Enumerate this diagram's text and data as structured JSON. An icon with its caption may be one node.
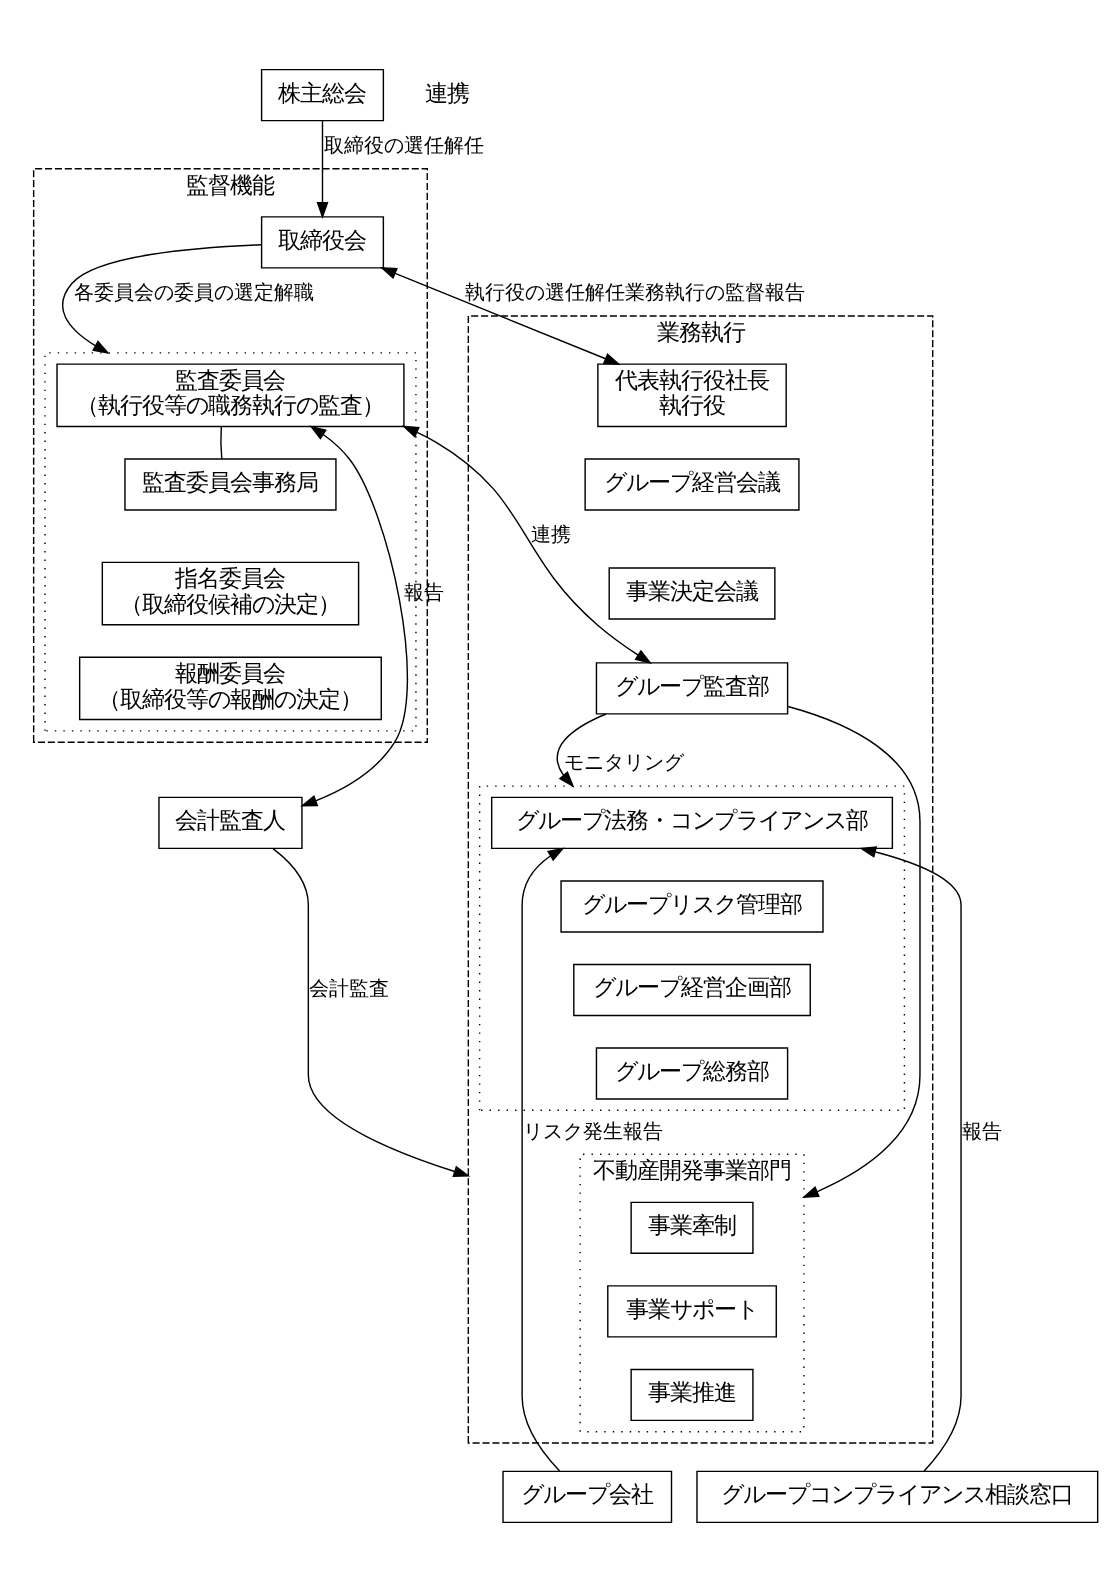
{
  "diagram": {
    "nodes": [
      {
        "text": [
          "株主総会"
        ]
      },
      {
        "text": [
          "監督機能"
        ]
      },
      {
        "text": [
          "取締役会"
        ],
        "in": 1
      },
      {
        "text": [],
        "shape": "box",
        "in": 1
      },
      {
        "text": [
          "監査委員会",
          "（執行役等の職務執行の監査）"
        ],
        "in": 3
      },
      {
        "text": [
          "監査委員会事務局"
        ],
        "in": 3
      },
      {
        "text": [
          "指名委員会",
          "（取締役候補の決定）"
        ],
        "in": 3
      },
      {
        "text": [
          "報酬委員会",
          "（取締役等の報酬の決定）"
        ],
        "in": 3
      },
      {
        "text": [
          "業務執行"
        ]
      },
      {
        "text": [
          "代表執行役社長",
          "執行役"
        ],
        "in": 8
      },
      {
        "text": [
          "グループ経営会議"
        ],
        "in": 8
      },
      {
        "text": [
          "事業決定会議"
        ],
        "in": 8
      },
      {
        "text": [
          "グループ監査部"
        ],
        "in": 8
      },
      {
        "text": [],
        "shape": "box",
        "in": 8
      },
      {
        "text": [
          "グループ法務・コンプライアンス部"
        ],
        "in": 13
      },
      {
        "text": [
          "グループリスク管理部"
        ],
        "in": 13
      },
      {
        "text": [
          "グループ経営企画部"
        ],
        "in": 13
      },
      {
        "text": [
          "グループ総務部"
        ],
        "in": 13
      },
      {
        "text": [
          "不動産開発事業部門"
        ],
        "in": 8
      },
      {
        "text": [
          "事業牽制"
        ],
        "in": 18
      },
      {
        "text": [
          "事業サポート"
        ],
        "in": 18
      },
      {
        "text": [
          "事業推進"
        ],
        "in": 18
      },
      {
        "text": [
          "会計監査人"
        ]
      },
      {
        "text": [
          "グループ会社"
        ]
      },
      {
        "text": [
          "グループコンプライアンス相談窓口"
        ]
      }
    ],
    "edges": [
      {
        "from": 0,
        "to": 2,
        "arrow": "to",
        "label": "取締役の選任解任"
      },
      {
        "from": 2,
        "to": 9,
        "arrow": "both",
        "label": "執行役の選任解任業務執行の監督報告"
      },
      {
        "from": 2,
        "to": 3,
        "arrow": "to",
        "label": "各委員会の委員の選定解職"
      },
      {
        "from": 4,
        "to": 12,
        "arrow": "both",
        "label": "連携"
      },
      {
        "from": 4,
        "to": 5,
        "arrow": "none"
      },
      {
        "from": 22,
        "to": 4,
        "arrow": "both",
        "label": "報告"
      },
      {
        "from": 22,
        "to": 8,
        "arrow": "to",
        "label": "会計監査"
      },
      {
        "from": 12,
        "to": 13,
        "arrow": "to",
        "label": "モニタリング"
      },
      {
        "from": 12,
        "to": 18,
        "arrow": "to"
      },
      {
        "from": 23,
        "to": 14,
        "arrow": "to",
        "label": "リスク発生報告"
      },
      {
        "from": 24,
        "to": 14,
        "arrow": "to",
        "label": "報告"
      }
    ],
    "labels": [
      "連携"
    ]
  }
}
